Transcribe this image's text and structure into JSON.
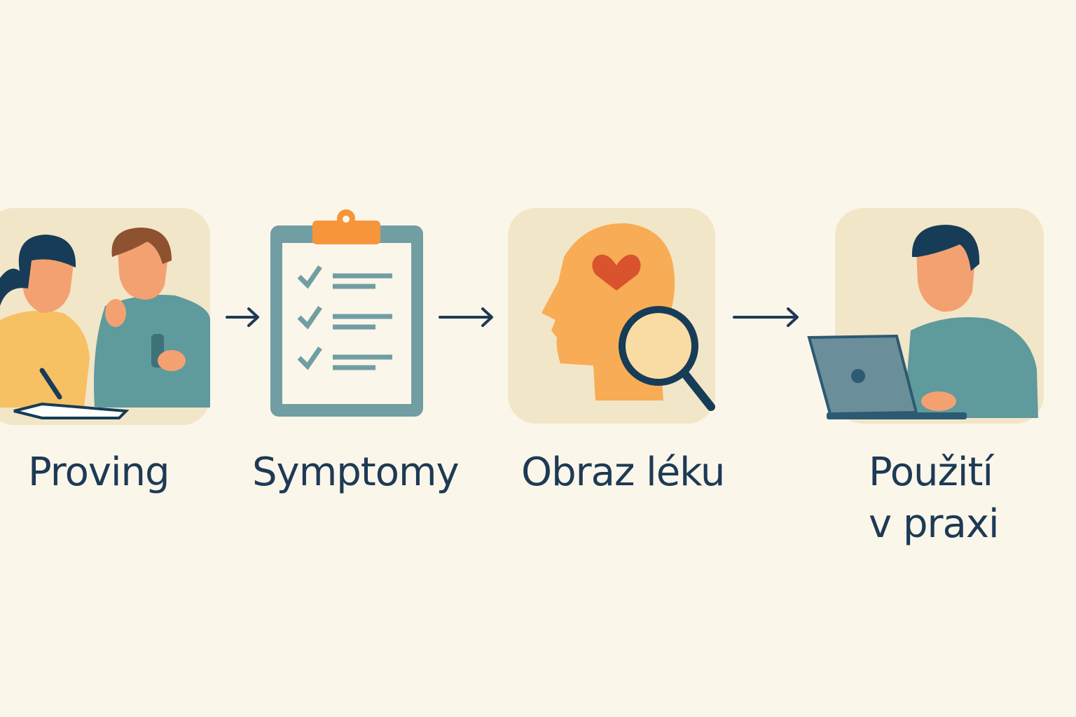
{
  "steps": [
    {
      "label": "Proving",
      "icon": "people-testing-remedy-icon"
    },
    {
      "label": "Symptomy",
      "icon": "clipboard-checklist-icon"
    },
    {
      "label": "Obraz léku",
      "icon": "head-heart-magnifier-icon"
    },
    {
      "label_line1": "Použití",
      "label_line2": "v praxi",
      "icon": "person-laptop-icon"
    }
  ],
  "colors": {
    "background": "#fbf6ea",
    "tile": "#f2e6c8",
    "text": "#1d3a55",
    "teal": "#5f9a9c",
    "orange": "#f6953a",
    "skin": "#f4a172"
  }
}
